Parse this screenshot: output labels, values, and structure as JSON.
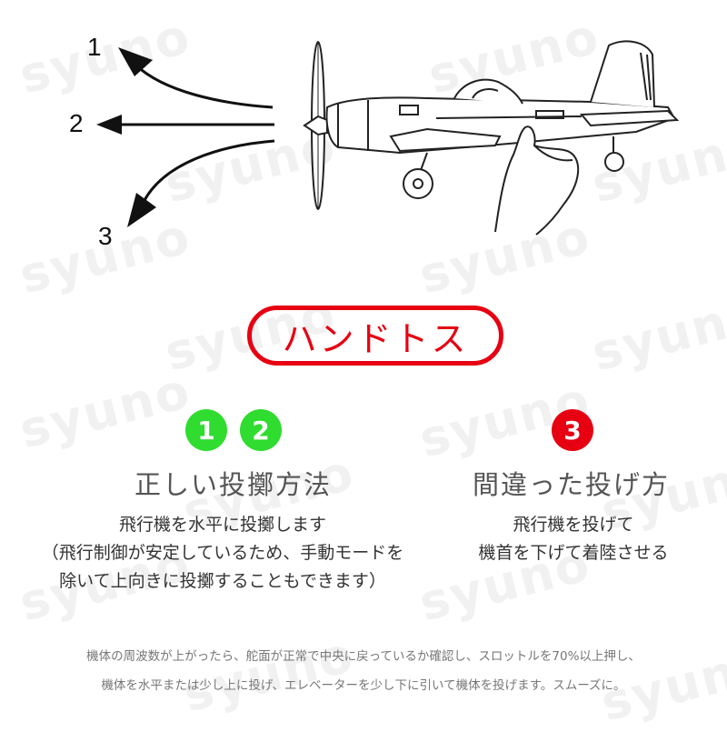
{
  "watermark": "syuno",
  "arrows": {
    "labels": [
      "1",
      "2",
      "3"
    ]
  },
  "title_pill": "ハンドトス",
  "correct": {
    "badges": [
      "1",
      "2"
    ],
    "badge_color": "#2fdc2f",
    "heading": "正しい投擲方法",
    "lines": [
      "飛行機を水平に投擲します",
      "（飛行制御が安定しているため、手動モードを",
      "除いて上向きに投擲することもできます）"
    ]
  },
  "wrong": {
    "badges": [
      "3"
    ],
    "badge_color": "#e60012",
    "heading": "間違った投げ方",
    "lines": [
      "飛行機を投げて",
      "機首を下げて着陸させる"
    ]
  },
  "footer": [
    "機体の周波数が上がったら、舵面が正常で中央に戻っているか確認し、スロットルを70%以上押し、",
    "機体を水平または少し上に投げ、エレベーターを少し下に引いて機体を投げます。スムーズに。"
  ],
  "colors": {
    "accent_red": "#e60012",
    "green": "#2fdc2f"
  }
}
